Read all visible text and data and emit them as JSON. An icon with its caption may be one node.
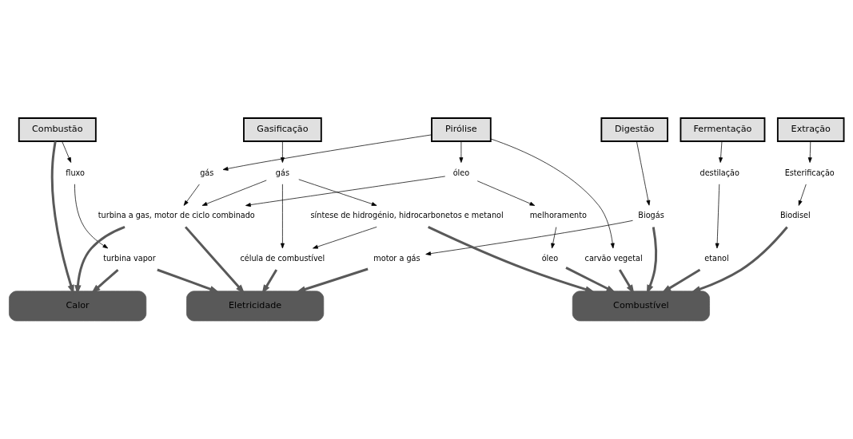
{
  "diagram": {
    "nodes": [
      {
        "text": [
          "Combustão"
        ]
      },
      {
        "text": [
          "Gasificação"
        ]
      },
      {
        "text": [
          "Pirólise"
        ]
      },
      {
        "text": [
          "Digestão"
        ]
      },
      {
        "text": [
          "Fermentação"
        ]
      },
      {
        "text": [
          "Extração"
        ]
      },
      {
        "text": [
          "fluxo"
        ]
      },
      {
        "text": [
          "gás"
        ]
      },
      {
        "text": [
          "gás"
        ]
      },
      {
        "text": [
          "óleo"
        ]
      },
      {
        "text": [
          "carvão vegetal"
        ]
      },
      {
        "text": [
          "Biogás"
        ]
      },
      {
        "text": [
          "turbina vapor"
        ]
      },
      {
        "text": [
          "turbina a gas, motor de ciclo combinado"
        ]
      },
      {
        "text": [
          "síntese de hidrogénio, hidrocarbonetos e metanol"
        ]
      },
      {
        "text": [
          "melhoramento"
        ]
      },
      {
        "text": [
          "motor a gás"
        ]
      },
      {
        "text": [
          "destilação"
        ]
      },
      {
        "text": [
          "Esterificação"
        ]
      },
      {
        "text": [
          "célula de combustível"
        ]
      },
      {
        "text": [
          "óleo"
        ]
      },
      {
        "text": [
          "etanol"
        ]
      },
      {
        "text": [
          "Biodisel"
        ]
      },
      {
        "text": [
          "Calor"
        ]
      },
      {
        "text": [
          "Eletricidade"
        ]
      },
      {
        "text": [
          "Combustível"
        ]
      }
    ],
    "edges": [
      {
        "from": 0,
        "to": 6,
        "arrow": "to"
      },
      {
        "from": 6,
        "to": 12,
        "arrow": "to"
      },
      {
        "from": 1,
        "to": 7,
        "arrow": "to"
      },
      {
        "from": 7,
        "to": 13,
        "arrow": "to"
      },
      {
        "from": 7,
        "to": 14,
        "arrow": "to"
      },
      {
        "from": 7,
        "to": 19,
        "arrow": "to"
      },
      {
        "from": 14,
        "to": 19,
        "arrow": "to"
      },
      {
        "from": 2,
        "to": 8,
        "arrow": "to"
      },
      {
        "from": 2,
        "to": 9,
        "arrow": "to"
      },
      {
        "from": 2,
        "to": 10,
        "arrow": "to"
      },
      {
        "from": 8,
        "to": 13,
        "arrow": "to"
      },
      {
        "from": 9,
        "to": 13,
        "arrow": "to"
      },
      {
        "from": 9,
        "to": 15,
        "arrow": "to"
      },
      {
        "from": 15,
        "to": 20,
        "arrow": "to"
      },
      {
        "from": 3,
        "to": 11,
        "arrow": "to"
      },
      {
        "from": 11,
        "to": 16,
        "arrow": "to"
      },
      {
        "from": 4,
        "to": 17,
        "arrow": "to"
      },
      {
        "from": 17,
        "to": 21,
        "arrow": "to"
      },
      {
        "from": 5,
        "to": 18,
        "arrow": "to"
      },
      {
        "from": 18,
        "to": 22,
        "arrow": "to"
      },
      {
        "from": 0,
        "to": 23,
        "arrow": "to",
        "style": "thick",
        "color": "#595959"
      },
      {
        "from": 12,
        "to": 23,
        "arrow": "to",
        "style": "thick",
        "color": "#595959"
      },
      {
        "from": 12,
        "to": 24,
        "arrow": "to",
        "style": "thick",
        "color": "#595959"
      },
      {
        "from": 13,
        "to": 23,
        "arrow": "to",
        "style": "thick",
        "color": "#595959"
      },
      {
        "from": 13,
        "to": 24,
        "arrow": "to",
        "style": "thick",
        "color": "#595959"
      },
      {
        "from": 19,
        "to": 24,
        "arrow": "to",
        "style": "thick",
        "color": "#595959"
      },
      {
        "from": 16,
        "to": 24,
        "arrow": "to",
        "style": "thick",
        "color": "#595959"
      },
      {
        "from": 14,
        "to": 25,
        "arrow": "to",
        "style": "thick",
        "color": "#595959"
      },
      {
        "from": 20,
        "to": 25,
        "arrow": "to",
        "style": "thick",
        "color": "#595959"
      },
      {
        "from": 10,
        "to": 25,
        "arrow": "to",
        "style": "thick",
        "color": "#595959"
      },
      {
        "from": 11,
        "to": 25,
        "arrow": "to",
        "style": "thick",
        "color": "#595959"
      },
      {
        "from": 21,
        "to": 25,
        "arrow": "to",
        "style": "thick",
        "color": "#595959"
      },
      {
        "from": 22,
        "to": 25,
        "arrow": "to",
        "style": "thick",
        "color": "#595959"
      }
    ]
  }
}
